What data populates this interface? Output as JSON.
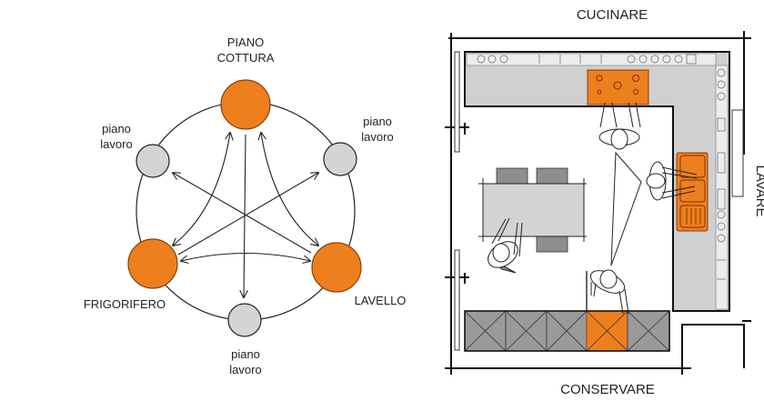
{
  "colors": {
    "orange": "#EE7F1E",
    "orange_stroke": "#8a3e08",
    "node_gray": "#d4d4d4",
    "counter_gray": "#d0d0d0",
    "cabinet_gray": "#9a9a9a",
    "line": "#222222"
  },
  "triangle_diagram": {
    "main_nodes": [
      {
        "id": "cooktop",
        "label_lines": [
          "PIANO",
          "COTTURA"
        ],
        "type": "main"
      },
      {
        "id": "fridge",
        "label_lines": [
          "FRIGORIFERO"
        ],
        "type": "main"
      },
      {
        "id": "sink",
        "label_lines": [
          "LAVELLO"
        ],
        "type": "main"
      }
    ],
    "work_nodes": [
      {
        "id": "work-left",
        "label_lines": [
          "piano",
          "lavoro"
        ],
        "type": "worktop"
      },
      {
        "id": "work-right",
        "label_lines": [
          "piano",
          "lavoro"
        ],
        "type": "worktop"
      },
      {
        "id": "work-bottom",
        "label_lines": [
          "piano",
          "lavoro"
        ],
        "type": "worktop"
      }
    ]
  },
  "floor_plan": {
    "zone_labels": {
      "top": "CUCINARE",
      "bottom": "CONSERVARE",
      "right": "LAVARE"
    }
  }
}
